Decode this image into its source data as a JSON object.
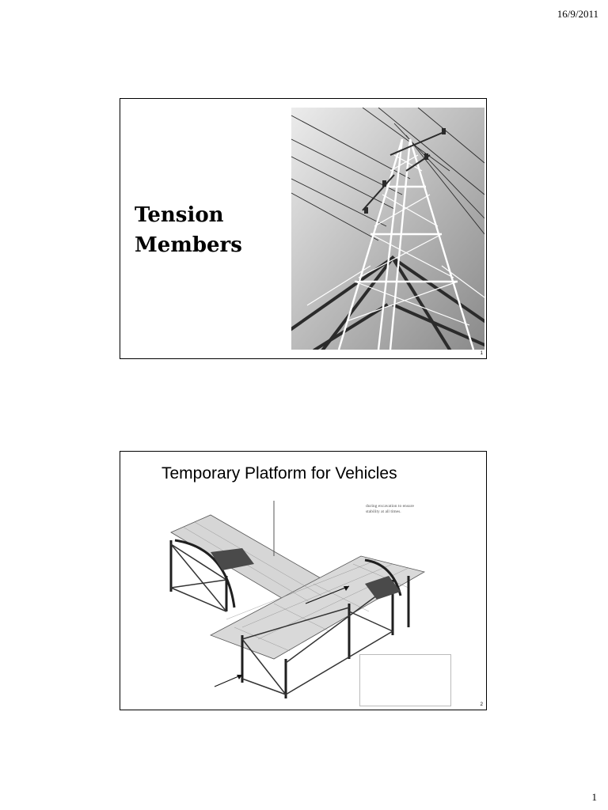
{
  "page": {
    "date": "16/9/2011",
    "page_number": "1"
  },
  "slides": [
    {
      "title_line1": "Tension",
      "title_line2": "Members",
      "slide_number": "1"
    },
    {
      "title": "Temporary Platform for Vehicles",
      "caption_line1": "during excavation to ensure",
      "caption_line2": "stability at all times.",
      "slide_number": "2"
    }
  ],
  "colors": {
    "sky_light": "#e6e6e6",
    "sky_dark": "#8e8e8e",
    "steel": "#ffffff",
    "steel_dark": "#2b2b2b"
  }
}
